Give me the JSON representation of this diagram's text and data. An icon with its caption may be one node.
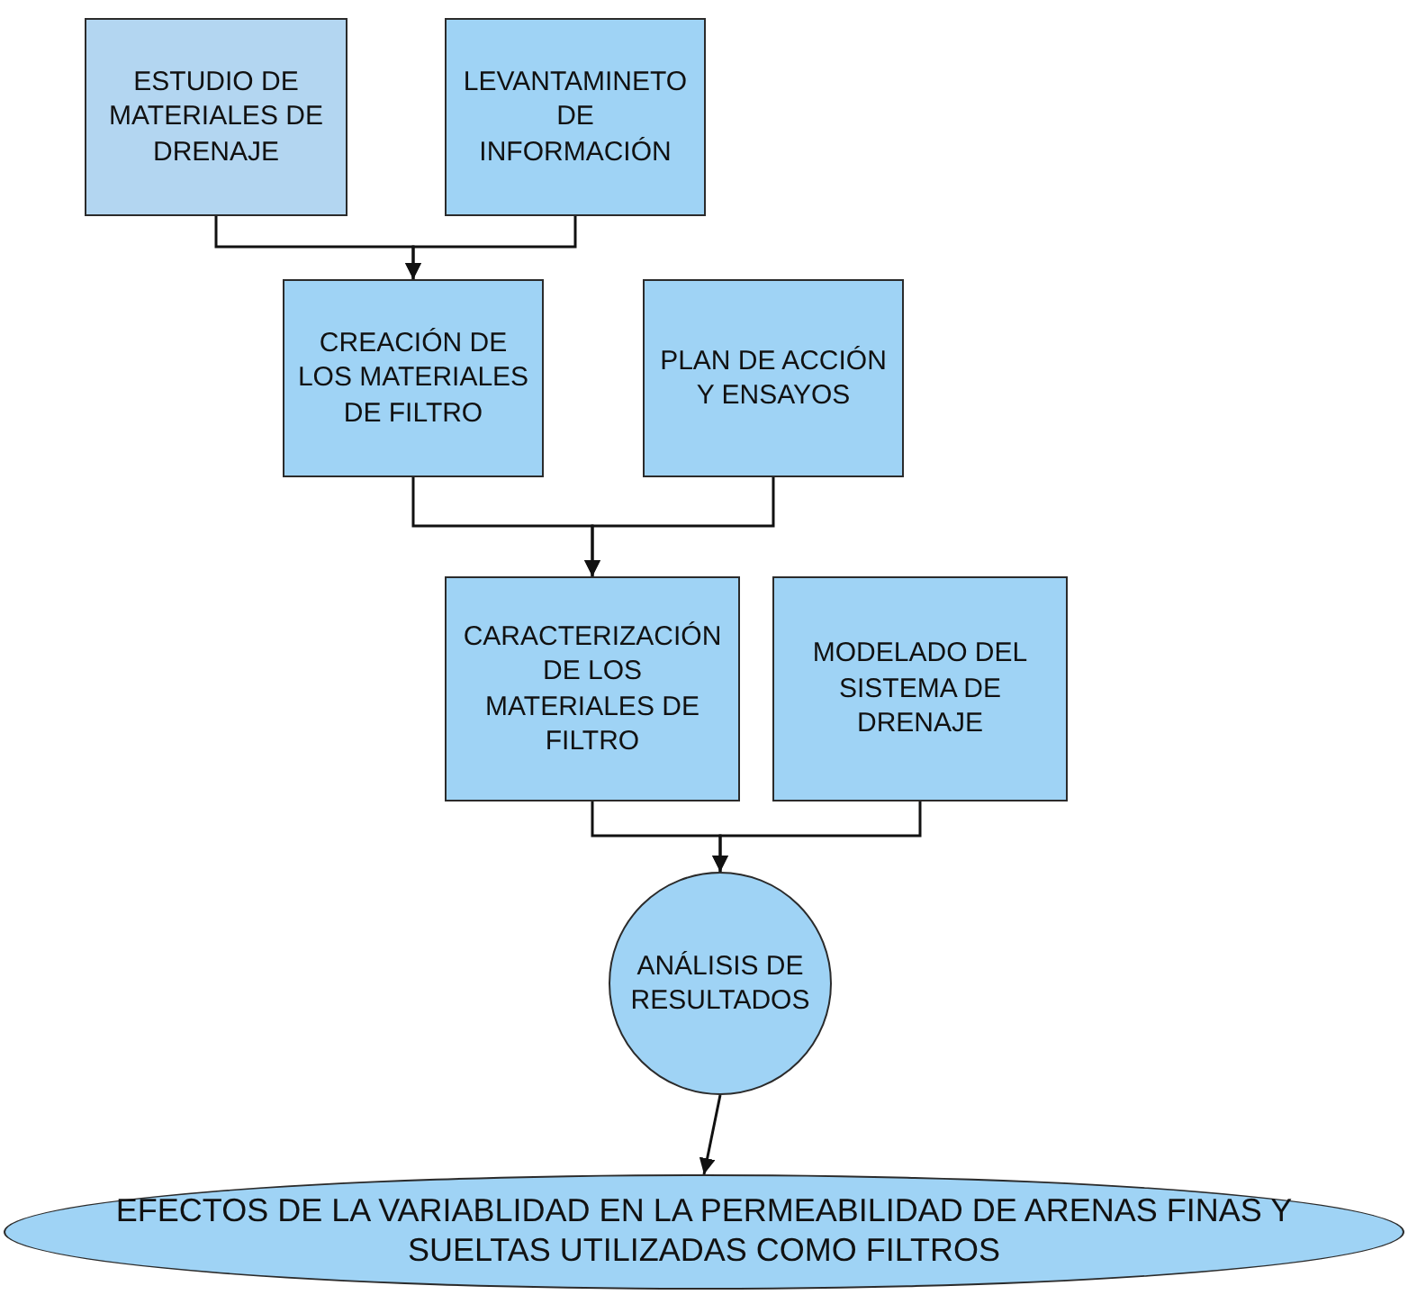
{
  "diagram": {
    "nodes": [
      {
        "text": [
          "ESTUDIO DE MATERIALES DE DRENAJE"
        ]
      },
      {
        "text": [
          "LEVANTAMINETO DE INFORMACIÓN"
        ]
      },
      {
        "text": [
          "CREACIÓN DE LOS MATERIALES DE FILTRO"
        ]
      },
      {
        "text": [
          "PLAN DE ACCIÓN Y ENSAYOS"
        ]
      },
      {
        "text": [
          "CARACTERIZACIÓN DE LOS MATERIALES DE FILTRO"
        ]
      },
      {
        "text": [
          "MODELADO DEL SISTEMA DE DRENAJE"
        ]
      },
      {
        "text": [
          "ANÁLISIS DE RESULTADOS"
        ]
      },
      {
        "text": [
          "EFECTOS DE LA VARIABLIDAD EN LA PERMEABILIDAD DE ARENAS FINAS Y SUELTAS UTILIZADAS COMO FILTROS"
        ]
      }
    ],
    "edges": [
      {
        "from": 0,
        "to": 2,
        "arrow": "to"
      },
      {
        "from": 1,
        "to": 2,
        "arrow": "to"
      },
      {
        "from": 2,
        "to": 4,
        "arrow": "to"
      },
      {
        "from": 3,
        "to": 4,
        "arrow": "to"
      },
      {
        "from": 4,
        "to": 6,
        "arrow": "to"
      },
      {
        "from": 5,
        "to": 6,
        "arrow": "to"
      },
      {
        "from": 6,
        "to": 7,
        "arrow": "to"
      }
    ]
  }
}
